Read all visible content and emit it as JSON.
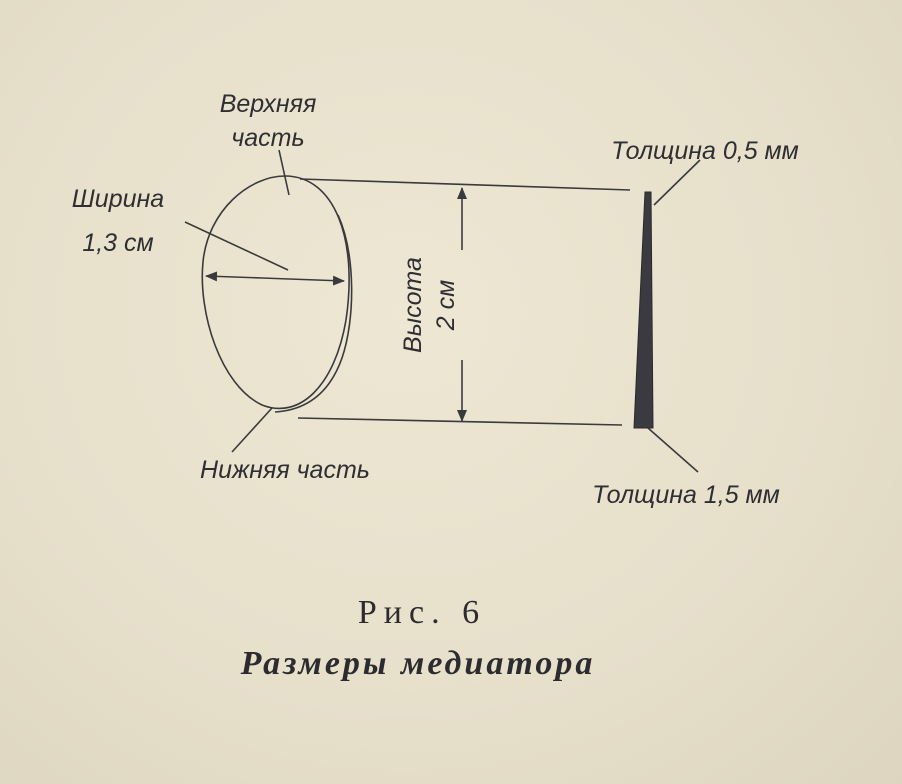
{
  "labels": {
    "top_part_line1": "Верхняя",
    "top_part_line2": "часть",
    "width_line1": "Ширина",
    "width_line2": "1,3 см",
    "height_line1": "Высота",
    "height_line2": "2 см",
    "thickness_top": "Толщина 0,5 мм",
    "bottom_part": "Нижняя часть",
    "thickness_bottom": "Толщина 1,5 мм"
  },
  "caption": {
    "figure_number": "Рис. 6",
    "title": "Размеры медиатора"
  },
  "dimensions": {
    "width_cm": 1.3,
    "height_cm": 2,
    "thickness_top_mm": 0.5,
    "thickness_bottom_mm": 1.5
  },
  "colors": {
    "paper": "#e6e0cc",
    "ink": "#2e2e33"
  }
}
